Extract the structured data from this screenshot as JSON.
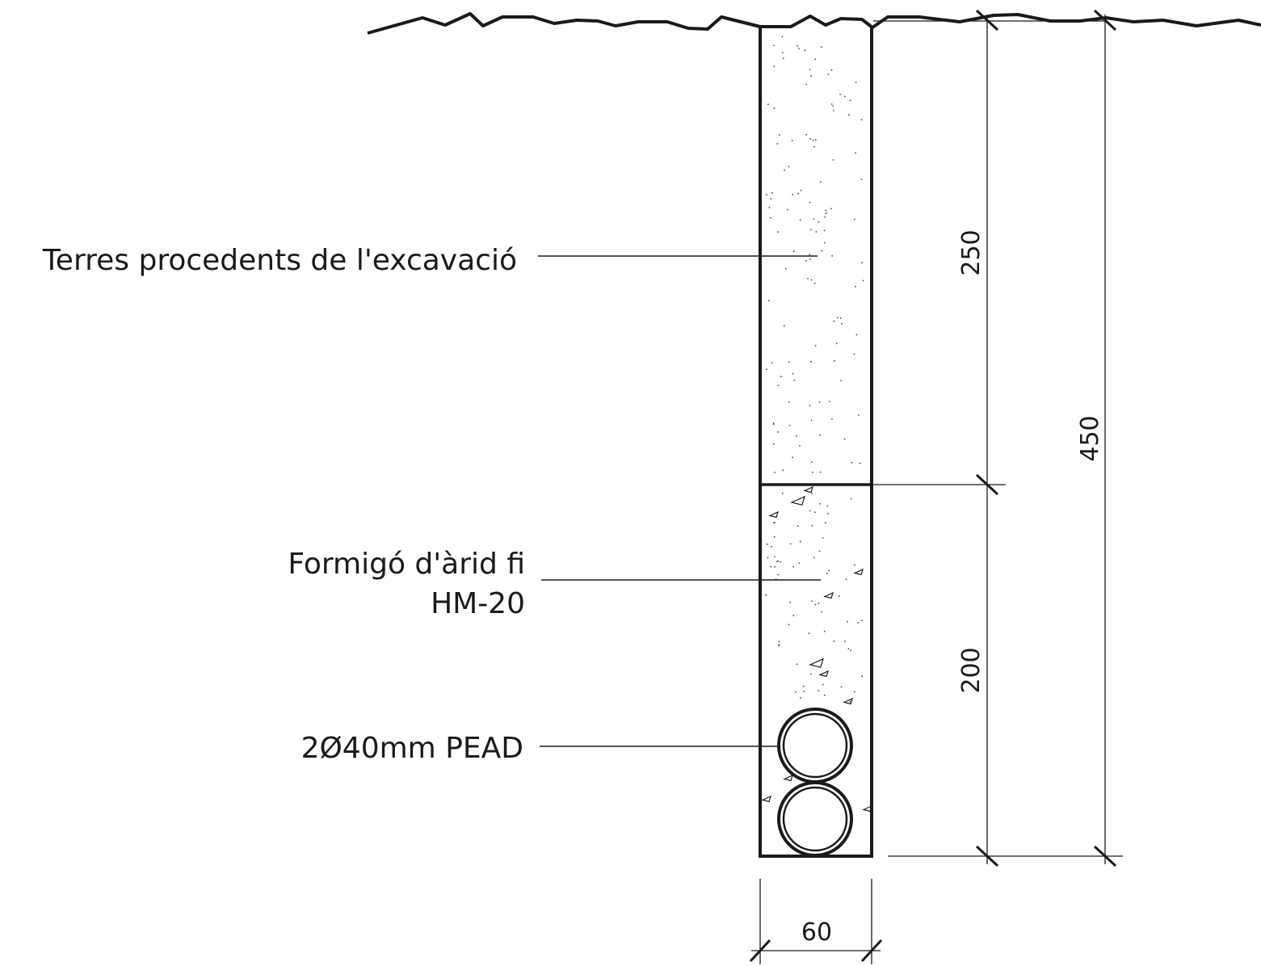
{
  "labels": {
    "soil_fill": "Terres procedents de l'excavació",
    "concrete_line1": "Formigó d'àrid fi",
    "concrete_line2": "HM-20",
    "pipes": "2Ø40mm PEAD"
  },
  "dimensions": {
    "top_layer": "250",
    "bottom_layer": "200",
    "total_depth": "450",
    "trench_width": "60"
  },
  "colors": {
    "line": "#1a1a1a",
    "text": "#1a1a1a",
    "background": "#ffffff"
  }
}
